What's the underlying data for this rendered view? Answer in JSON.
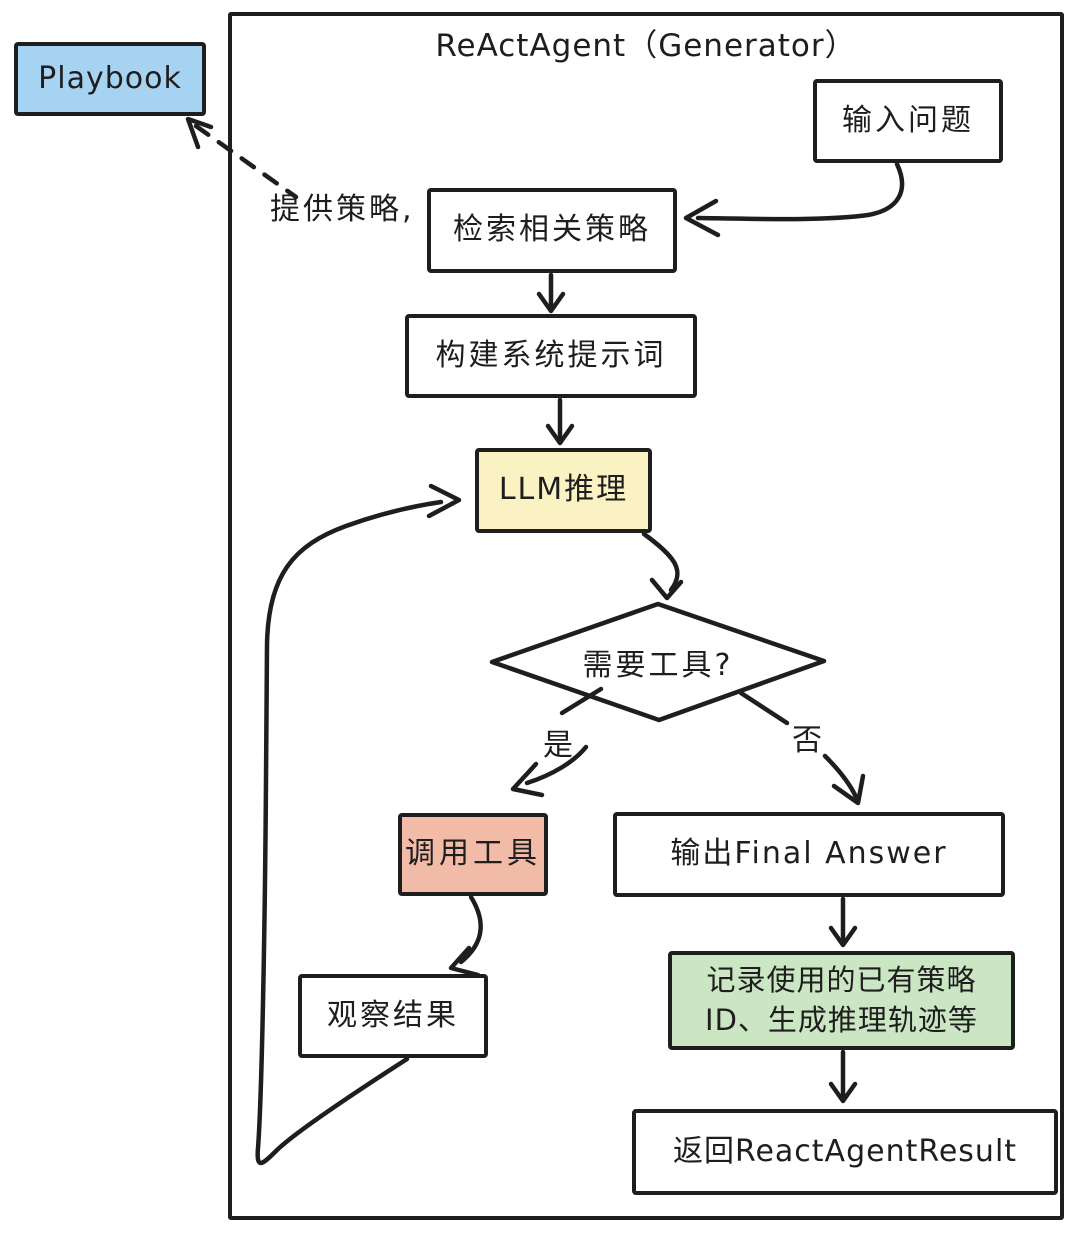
{
  "diagram": {
    "title": "ReActAgent（Generator）",
    "colors": {
      "ink": "#1e1e1e",
      "background": "#ffffff",
      "playbook_blue": "#a6d3f2",
      "llm_yellow": "#faf2c2",
      "tool_salmon": "#f2bba7",
      "record_green": "#cbe6c3",
      "node_white": "#ffffff"
    },
    "playbook": {
      "label": "Playbook"
    },
    "nodes": {
      "input_question": {
        "label": "输入问题"
      },
      "retrieve_strategy": {
        "label": "检索相关策略"
      },
      "build_prompt": {
        "label": "构建系统提示词"
      },
      "llm_reasoning": {
        "label": "LLM推理"
      },
      "need_tools": {
        "label": "需要工具?"
      },
      "call_tools": {
        "label": "调用工具"
      },
      "final_answer": {
        "label": "输出Final Answer"
      },
      "observe_result": {
        "label": "观察结果"
      },
      "record_strategy": {
        "label_line1": "记录使用的已有策略",
        "label_line2": "ID、生成推理轨迹等"
      },
      "return_result": {
        "label": "返回ReactAgentResult"
      }
    },
    "edge_labels": {
      "provide_strategy": "提供策略,",
      "yes": "是",
      "no": "否"
    }
  }
}
